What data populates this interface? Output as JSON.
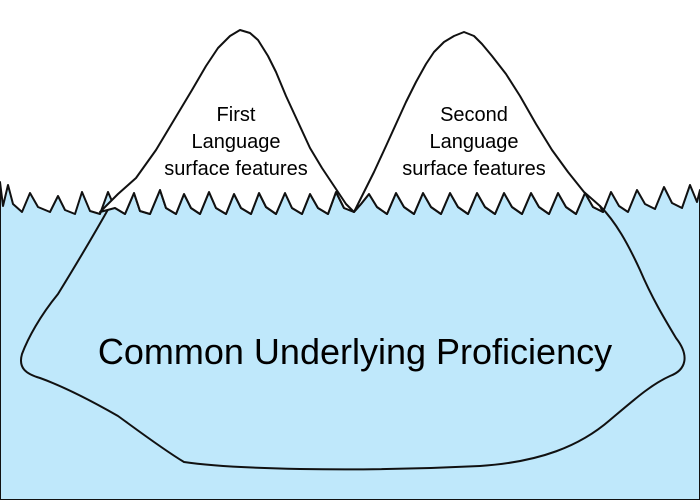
{
  "colors": {
    "water": "#bfe8fb",
    "outline": "#111111",
    "ice": "#ffffff",
    "text": "#000000"
  },
  "peaks": [
    {
      "id": "first",
      "lines": [
        "First",
        "Language",
        "surface features"
      ]
    },
    {
      "id": "second",
      "lines": [
        "Second",
        "Language",
        "surface features"
      ]
    }
  ],
  "base": {
    "label": "Common Underlying Proficiency"
  }
}
